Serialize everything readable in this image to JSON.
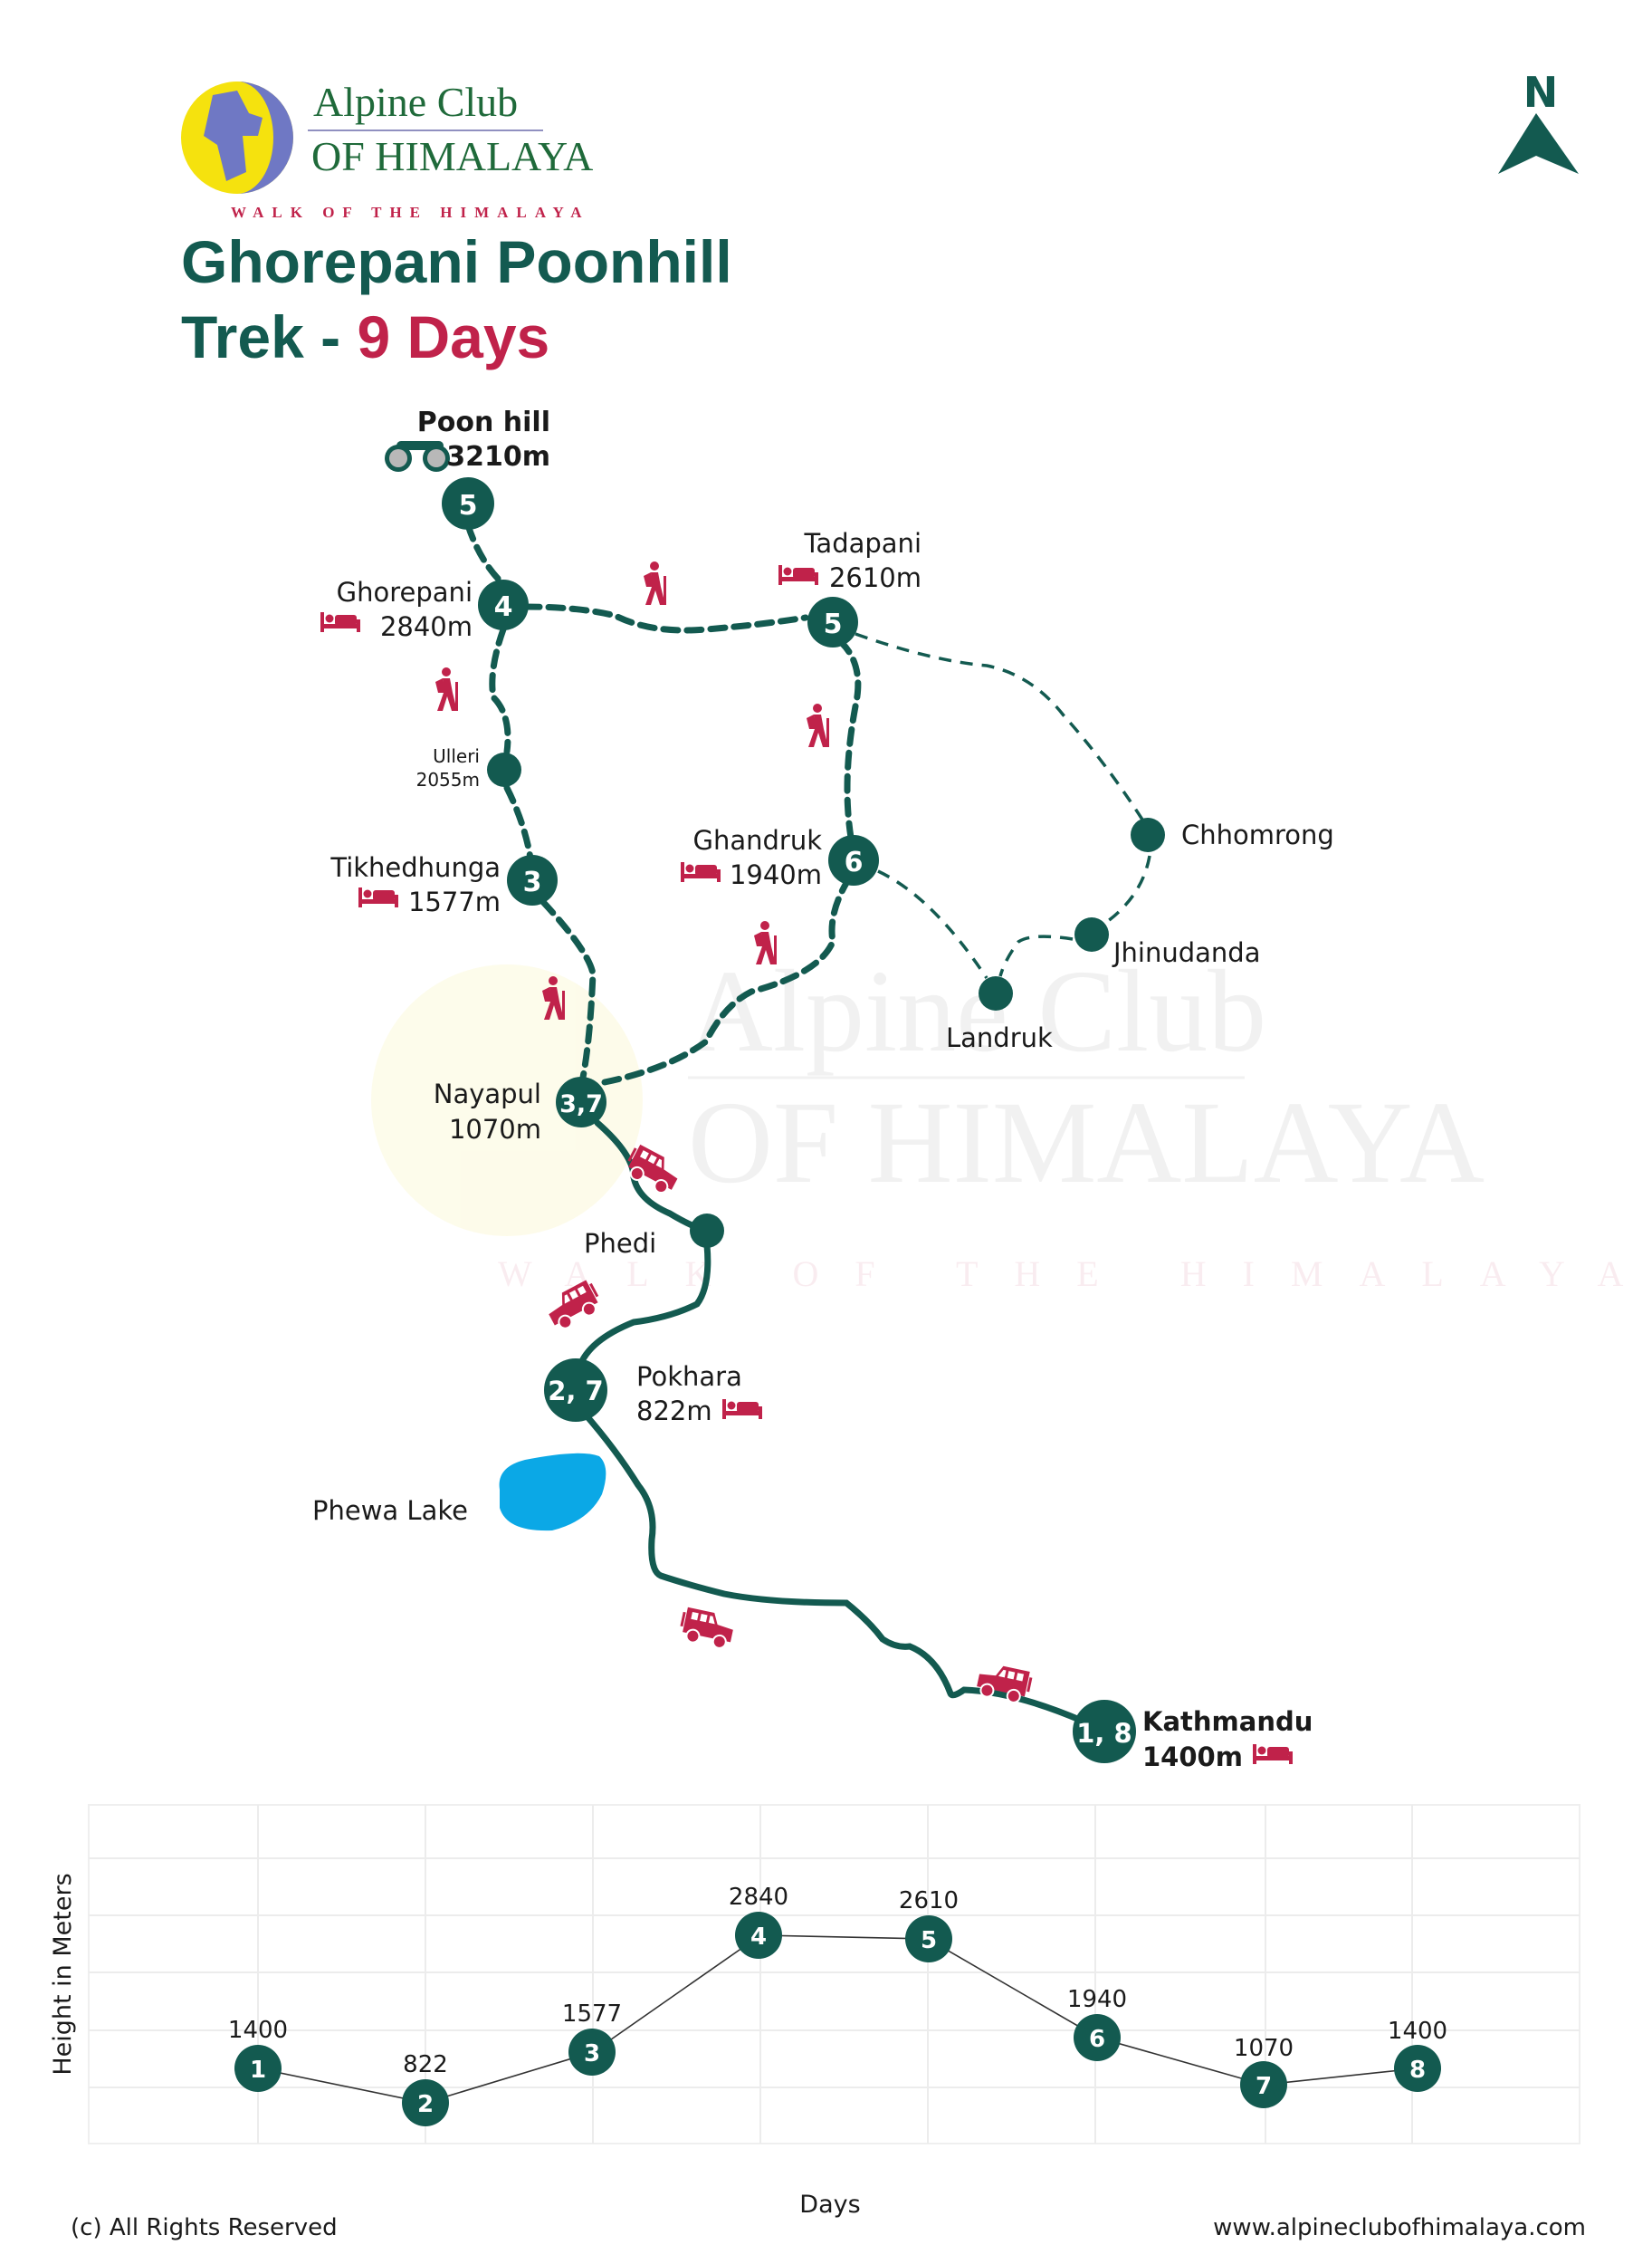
{
  "brand": {
    "line1": "Alpine Club",
    "line2": "OF HIMALAYA",
    "tagline": "WALK OF THE HIMALAYA"
  },
  "title": {
    "line1": "Ghorepani Poonhill",
    "line2_prefix": "Trek - ",
    "line2_accent": "9 Days"
  },
  "compass": {
    "label": "N"
  },
  "colors": {
    "primary": "#135a50",
    "accent": "#c0224a",
    "lake": "#0ba8e6",
    "text": "#1a1a1a",
    "grid": "#ececec"
  },
  "map": {
    "poonhill": {
      "name": "Poon hill",
      "alt": "3210m",
      "day": "5"
    },
    "ghorepani": {
      "name": "Ghorepani",
      "alt": "2840m",
      "day": "4"
    },
    "tadapani": {
      "name": "Tadapani",
      "alt": "2610m",
      "day": "5"
    },
    "ulleri": {
      "name": "Ulleri",
      "alt": "2055m"
    },
    "tikhedhunga": {
      "name": "Tikhedhunga",
      "alt": "1577m",
      "day": "3"
    },
    "ghandruk": {
      "name": "Ghandruk",
      "alt": "1940m",
      "day": "6"
    },
    "chhomrong": {
      "name": "Chhomrong"
    },
    "jhinudanda": {
      "name": "Jhinudanda"
    },
    "landruk": {
      "name": "Landruk"
    },
    "nayapul": {
      "name": "Nayapul",
      "alt": "1070m",
      "day": "3,7"
    },
    "phedi": {
      "name": "Phedi"
    },
    "pokhara": {
      "name": "Pokhara",
      "alt": "822m",
      "day": "2, 7"
    },
    "phewa": {
      "name": "Phewa Lake"
    },
    "kathmandu": {
      "name": "Kathmandu",
      "alt": "1400m",
      "day": "1, 8"
    }
  },
  "chart_data": {
    "type": "line",
    "title": "",
    "xlabel": "Days",
    "ylabel": "Height in Meters",
    "categories": [
      "1",
      "2",
      "3",
      "4",
      "5",
      "6",
      "7",
      "8"
    ],
    "values": [
      1400,
      822,
      1577,
      2840,
      2610,
      1940,
      1070,
      1400
    ],
    "labels": [
      "1400",
      "822",
      "1577",
      "2840",
      "2610",
      "1940",
      "1070",
      "1400"
    ],
    "grid": true,
    "legend": "none"
  },
  "footer": {
    "copyright": "(c) All Rights Reserved",
    "website": "www.alpineclubofhimalaya.com"
  }
}
